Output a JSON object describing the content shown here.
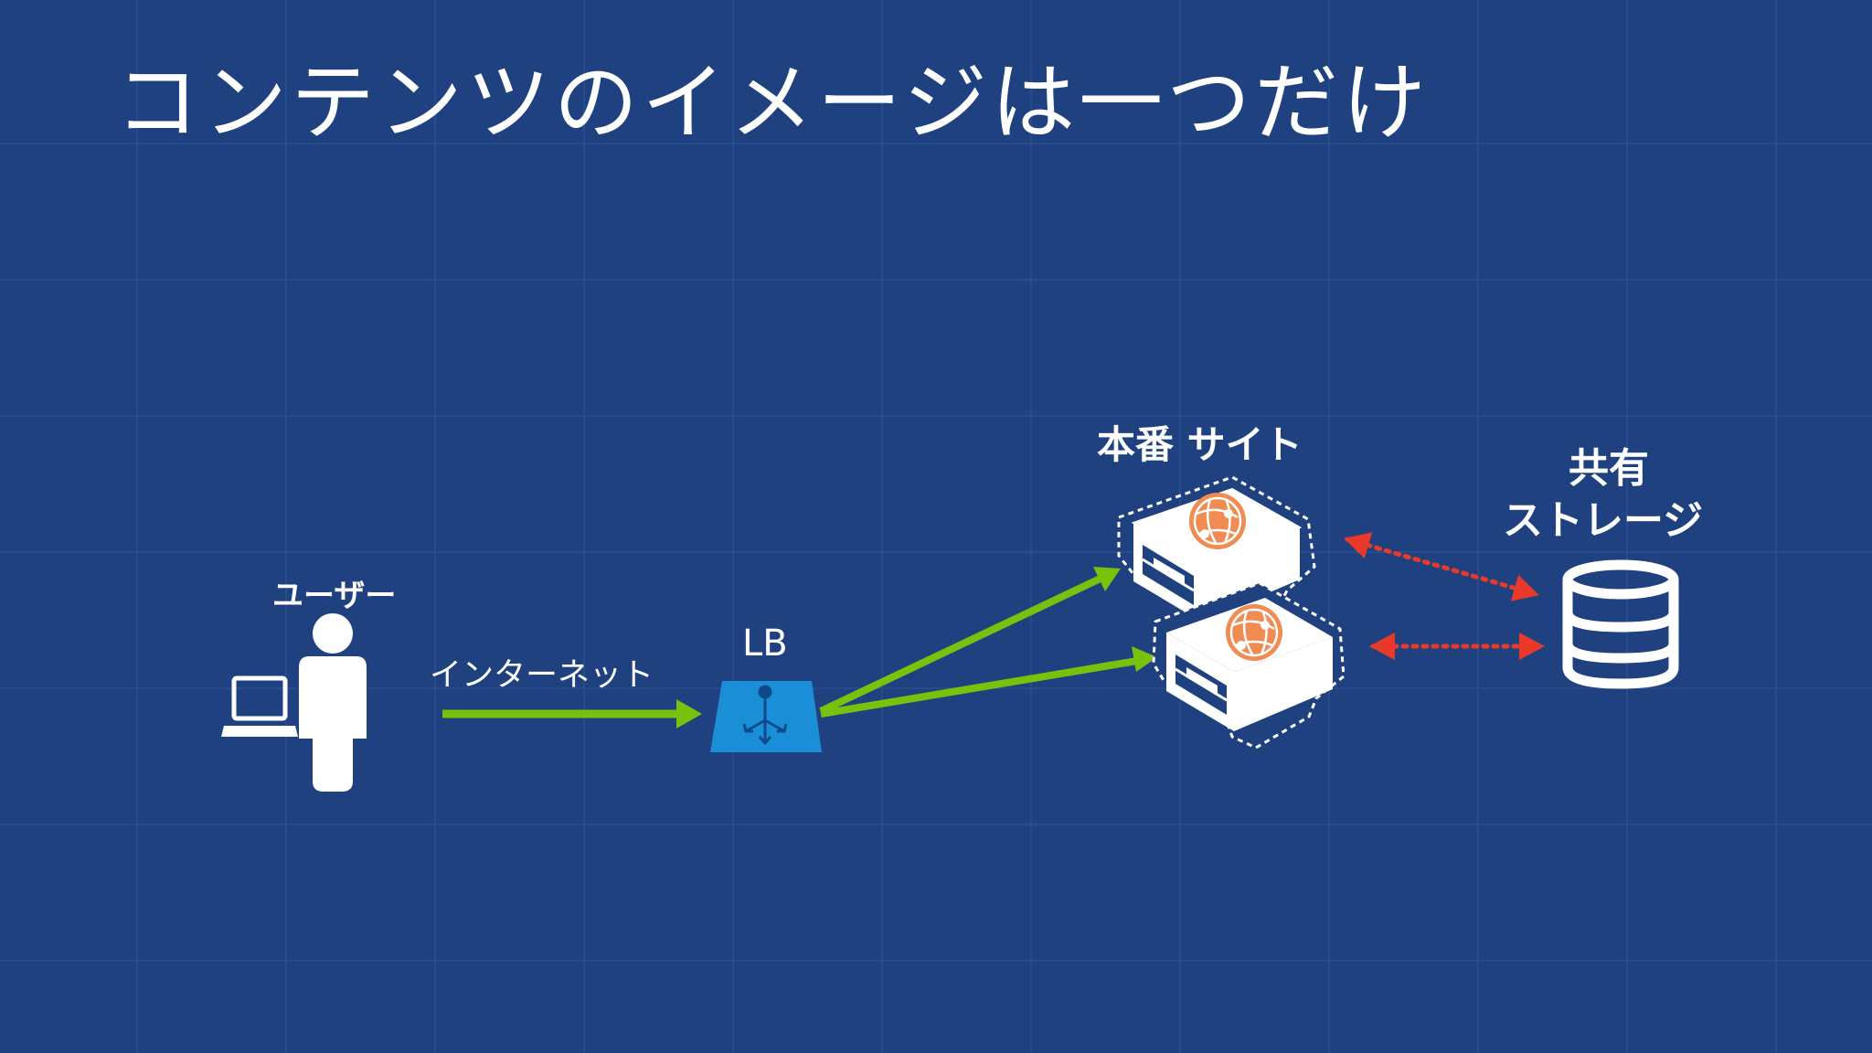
{
  "slide": {
    "title": "コンテンツのイメージは一つだけ"
  },
  "diagram": {
    "user_label": "ユーザー",
    "internet_label": "インターネット",
    "lb_label": "LB",
    "production_site_label": "本番 サイト",
    "shared_storage_label_line1": "共有",
    "shared_storage_label_line2": "ストレージ"
  },
  "icons": [
    "user-icon",
    "laptop-icon",
    "load-balancer-icon",
    "web-server-icon",
    "database-icon"
  ],
  "colors": {
    "background": "#1f4180",
    "grid": "#2c5294",
    "arrow_green": "#7ac10e",
    "arrow_red": "#e8392a",
    "lb_blue": "#1a8fd8",
    "globe_orange": "#f08b52",
    "text": "#ffffff"
  }
}
